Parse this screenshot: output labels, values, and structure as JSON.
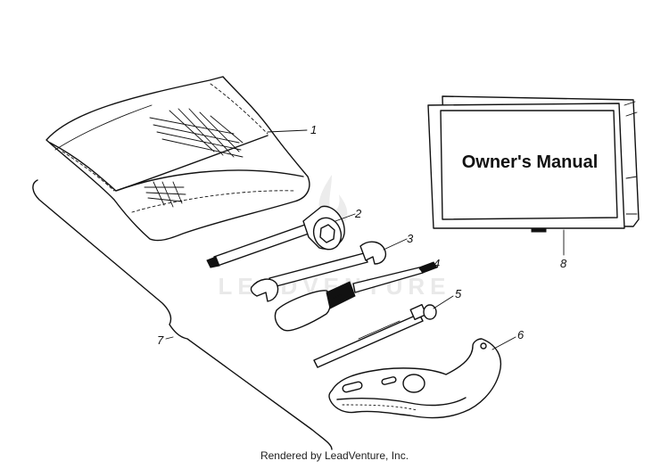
{
  "diagram": {
    "watermark": "LEADVENTURE",
    "manual_cover_title": "Owner's Manual",
    "callouts": [
      "1",
      "2",
      "3",
      "4",
      "5",
      "6",
      "7",
      "8"
    ],
    "footer": "Rendered by LeadVenture, Inc."
  }
}
